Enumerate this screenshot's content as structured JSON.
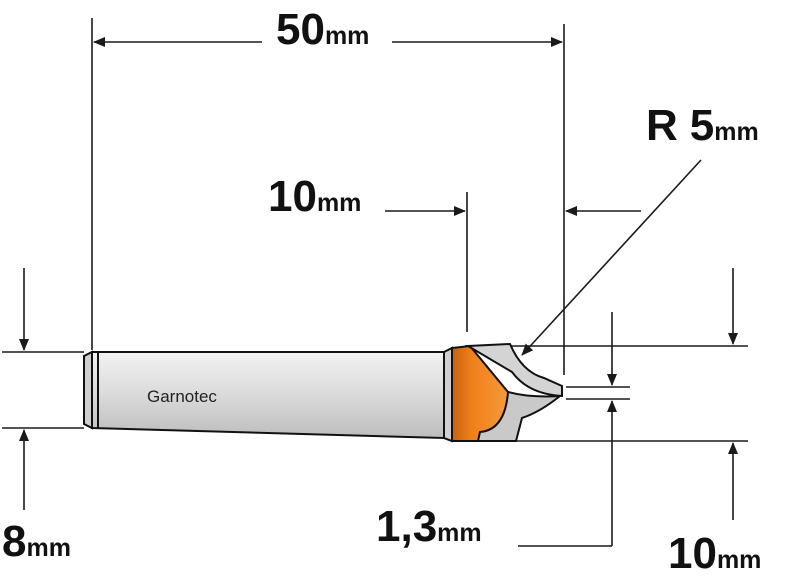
{
  "product": {
    "brand": "Garnotec"
  },
  "colors": {
    "shank": "#dcdcdc",
    "shank_shadow": "#b8b8b8",
    "cutter": "#f07f1a",
    "cutter_shadow": "#c46210",
    "blade": "#d9d9d9",
    "line": "#1a1a1a"
  },
  "dimensions": {
    "overall_length": {
      "value": "50",
      "unit": "mm"
    },
    "cutting_length": {
      "value": "10",
      "unit": "mm"
    },
    "radius": {
      "prefix": "R",
      "value": "5",
      "unit": "mm"
    },
    "shank_diameter": {
      "value": "8",
      "unit": "mm"
    },
    "offset": {
      "value": "1,3",
      "unit": "mm"
    },
    "cutting_height": {
      "value": "10",
      "unit": "mm"
    }
  }
}
